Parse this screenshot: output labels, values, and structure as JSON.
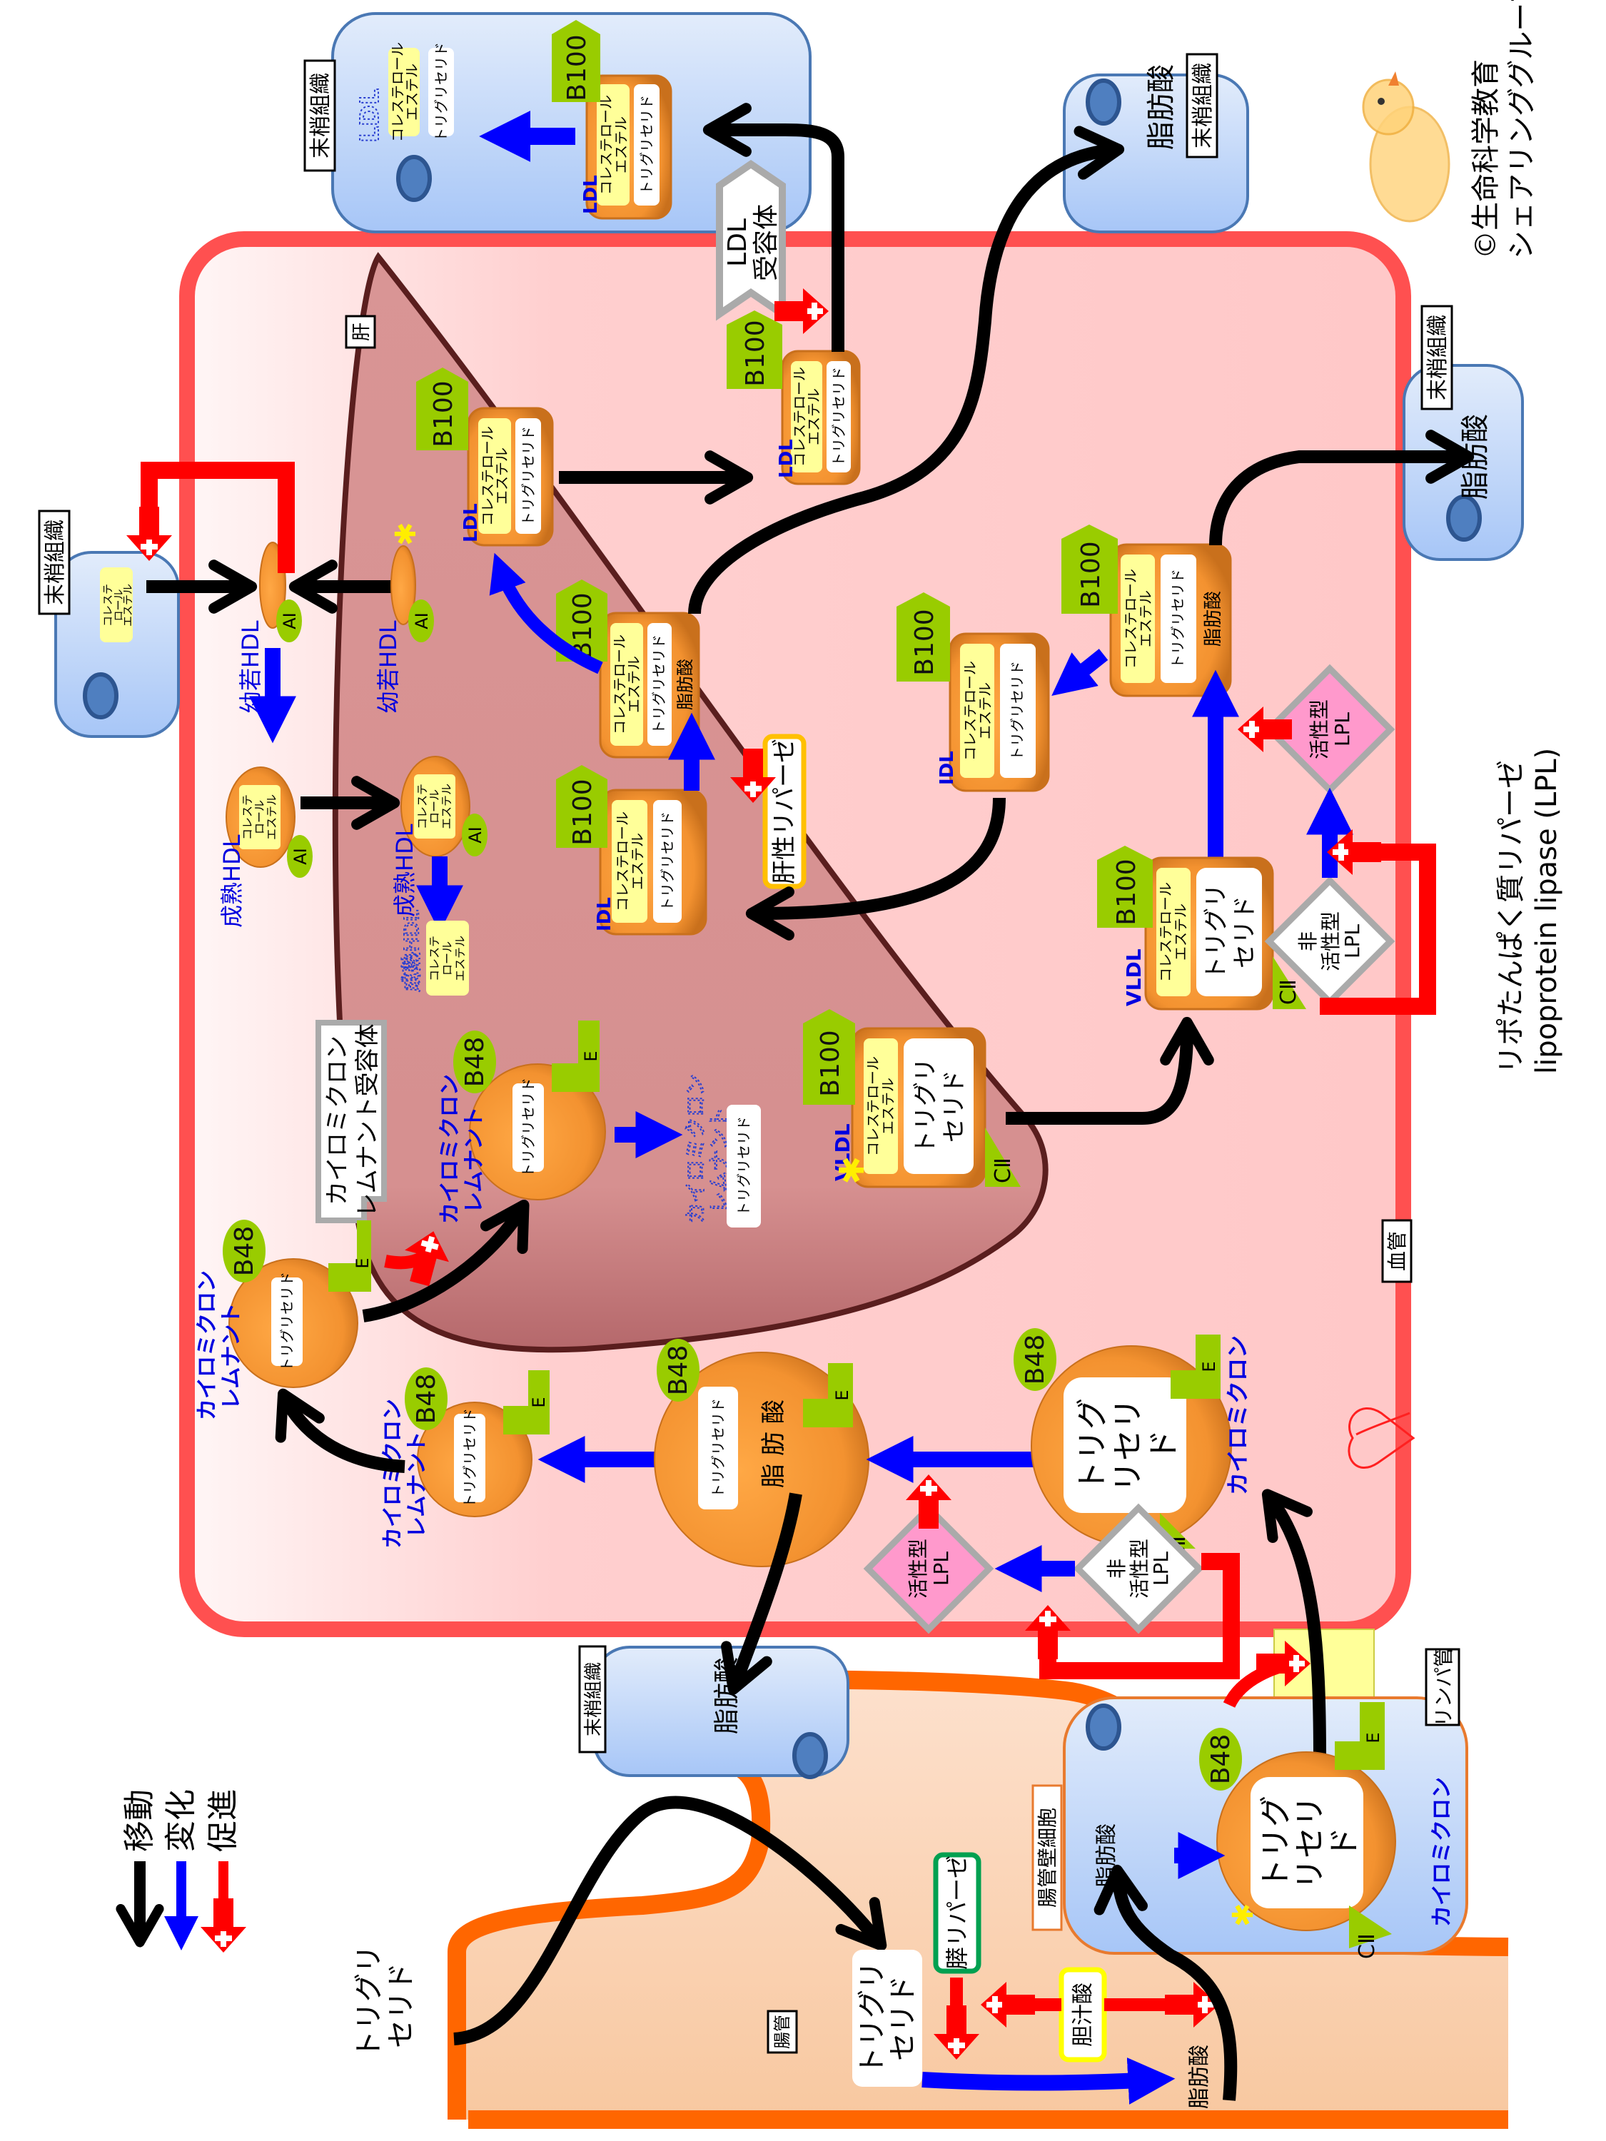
{
  "title": "リポたんぱく質代謝",
  "credit": {
    "line1": "©生命科学教育",
    "line2": "シェアリンググループ"
  },
  "lpl_note": {
    "line1": "リポたんぱく質リパーゼ",
    "line2": "lipoprotein lipase (LPL)"
  },
  "legend": [
    {
      "label": "移動",
      "color": "#000000",
      "meaning": "movement"
    },
    {
      "label": "変化",
      "color": "#0000ff",
      "meaning": "change"
    },
    {
      "label": "促進",
      "color": "#ff0000",
      "meaning": "promotion"
    }
  ],
  "compartments": {
    "peripheral": "末梢組織",
    "liver": "肝",
    "blood_vessel": "血管",
    "lymph": "リンパ管",
    "intestine": "腸管",
    "intestinal_cell": "腸管壁細胞"
  },
  "components": {
    "ce_full": [
      "コレステロール",
      "エステル"
    ],
    "ce_short": [
      "コレステ",
      "ロール",
      "エステル"
    ],
    "tg": "トリグリセリド",
    "tg_split2": [
      "トリグリ",
      "セリド"
    ],
    "tg_split3": [
      "トリグ",
      "リセリ",
      "ド"
    ],
    "fa": "脂肪酸",
    "fa_chars": [
      "脂",
      "肪",
      "酸"
    ]
  },
  "apoproteins": {
    "b100": "B100",
    "b48": "B48",
    "e": "E",
    "c2": "CⅡ",
    "a1": "AⅠ"
  },
  "particles": {
    "ldl": "LDL",
    "idl": "IDL",
    "vldl": "VLDL",
    "hdl_nascent": "幼若HDL",
    "hdl_mature": "成熟HDL",
    "chylomicron": "カイロミクロン",
    "remnant": [
      "カイロミクロン",
      "レムナント"
    ]
  },
  "receptors": {
    "ldl": [
      "LDL",
      "受容体"
    ],
    "remnant": [
      "カイロミクロン",
      "レムナント受容体"
    ]
  },
  "enzymes": {
    "hepatic_lipase": "肝性リパーゼ",
    "pancreatic_lipase": "膵リパーゼ",
    "bile_acid": "胆汁酸",
    "lpl_active": [
      "活性型",
      "LPL"
    ],
    "lpl_inactive": [
      "非",
      "活性型",
      "LPL"
    ]
  },
  "colors": {
    "move": "#000000",
    "change": "#0000ff",
    "promote": "#ff0000",
    "vessel": "#ff5050",
    "vessel_fill": "#ffcccc",
    "liver": "#d38c8c",
    "apo_green": "#99cc00",
    "particle_orange": "#f39230",
    "ce_yellow": "#ffff99",
    "tissue_blue": "#c6d9f7",
    "lpl_active_pink": "#ff99cc"
  }
}
